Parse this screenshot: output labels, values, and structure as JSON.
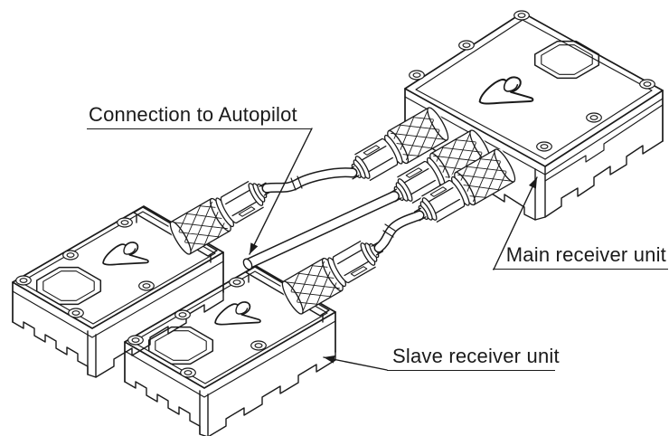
{
  "diagram": {
    "background_color": "#ffffff",
    "line_color": "#1a1a1a",
    "callouts": [
      {
        "id": "autopilot",
        "label": "Connection to Autopilot"
      },
      {
        "id": "main-receiver",
        "label": "Main receiver unit"
      },
      {
        "id": "slave-receiver",
        "label": "Slave receiver unit"
      }
    ],
    "logo_icon": "hand-logo-icon"
  }
}
